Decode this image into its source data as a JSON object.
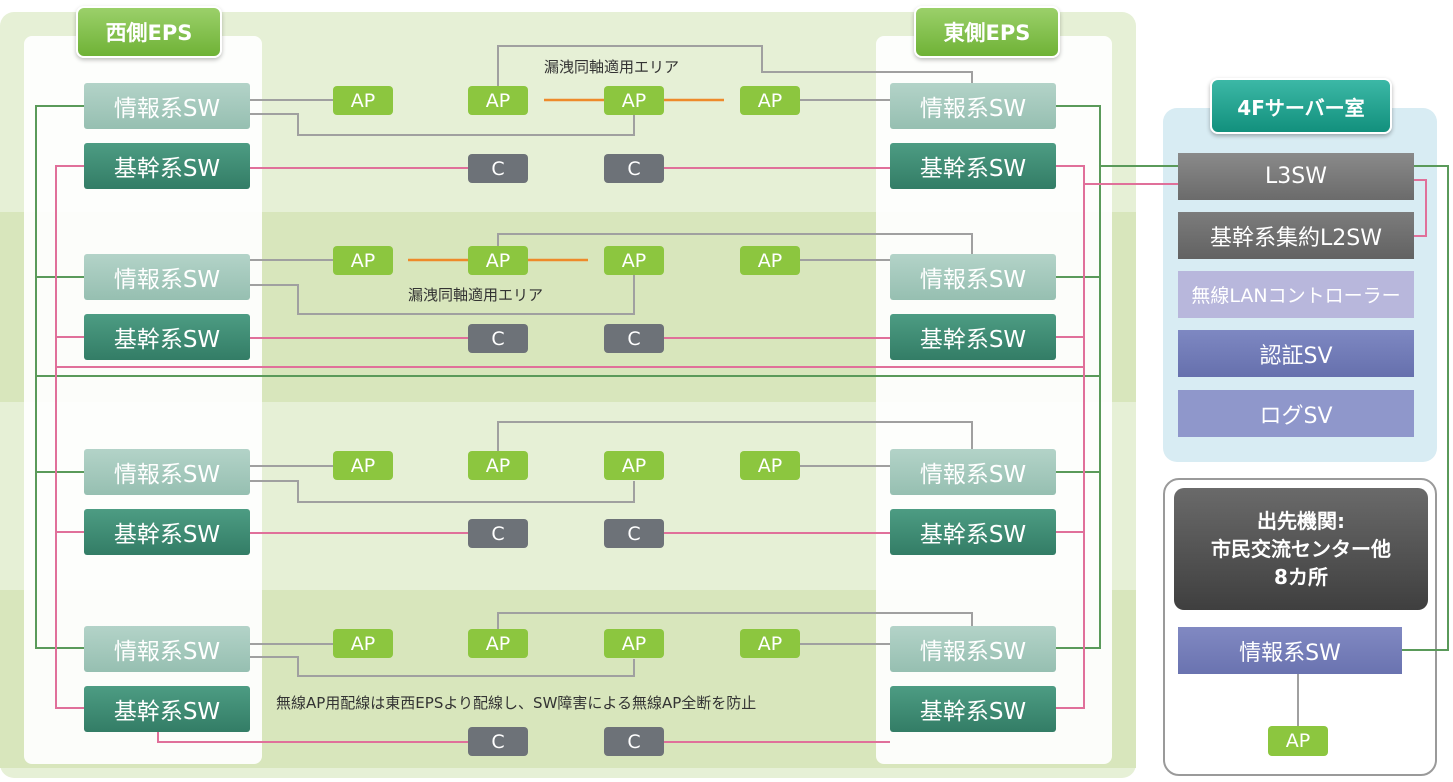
{
  "west_eps_label": "西側EPS",
  "east_eps_label": "東側EPS",
  "info_sw_label": "情報系SW",
  "core_sw_label": "基幹系SW",
  "ap_label": "AP",
  "controller_label": "C",
  "leaky_area_label": "漏洩同軸適用エリア",
  "wiring_note": "無線AP用配線は東西EPSより配線し、SW障害による無線AP全断を防止",
  "server_room": {
    "title": "4Fサーバー室",
    "items": [
      "L3SW",
      "基幹系集約L2SW",
      "無線LANコントローラー",
      "認証SV",
      "ログSV"
    ]
  },
  "branch": {
    "title_lines": [
      "出先機関:",
      "市民交流センター他",
      "8カ所"
    ],
    "switch_label": "情報系SW",
    "ap_label": "AP"
  },
  "colors": {
    "panel_green": "#e6f0d6",
    "band_green": "#d8e6bc",
    "eps_column": "#ffffff",
    "info_wire": "#5a9a5a",
    "core_wire": "#e0709a",
    "ap_link": "#9a9a9a",
    "leaky_coax": "#ee8a2a",
    "server_room_bg": "#d8ecf3"
  }
}
